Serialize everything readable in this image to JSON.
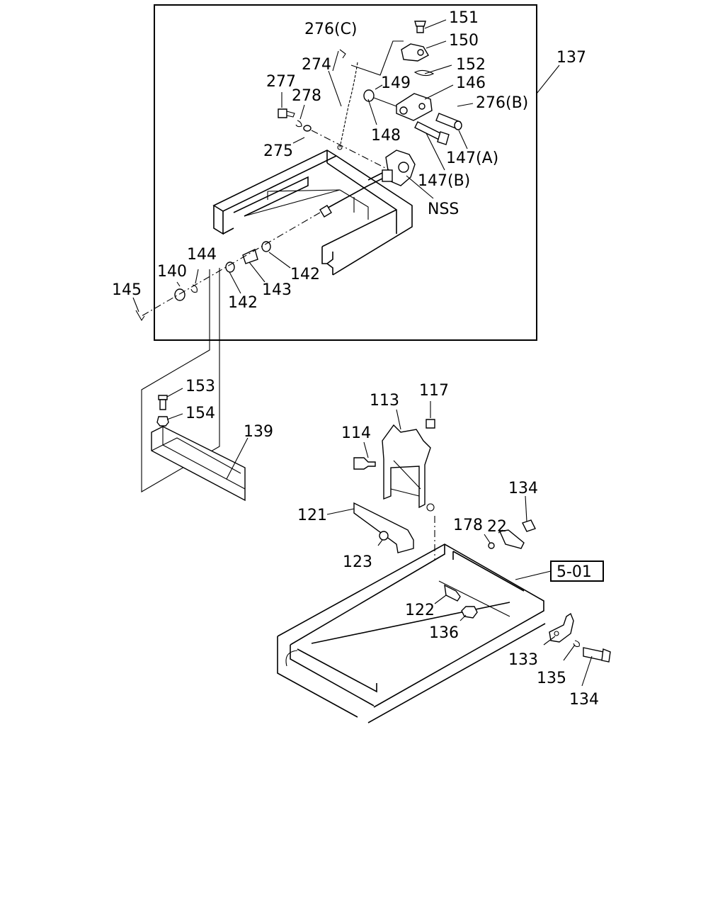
{
  "labels": {
    "l276c": "276(C)",
    "l151": "151",
    "l150": "150",
    "l152": "152",
    "l274": "274",
    "l149": "149",
    "l146": "146",
    "l277": "277",
    "l278": "278",
    "l276b": "276(B)",
    "l148": "148",
    "l137": "137",
    "l147a": "147(A)",
    "l275": "275",
    "l147b": "147(B)",
    "lnss": "NSS",
    "l144": "144",
    "l140": "140",
    "l142a": "142",
    "l143": "143",
    "l142b": "142",
    "l145": "145",
    "l153": "153",
    "l154": "154",
    "l139": "139",
    "l113": "113",
    "l117": "117",
    "l114": "114",
    "l134a": "134",
    "l22": "22",
    "l121": "121",
    "l178": "178",
    "l123": "123",
    "lref": "5-01",
    "l122": "122",
    "l136": "136",
    "l133": "133",
    "l135": "135",
    "l134b": "134"
  }
}
